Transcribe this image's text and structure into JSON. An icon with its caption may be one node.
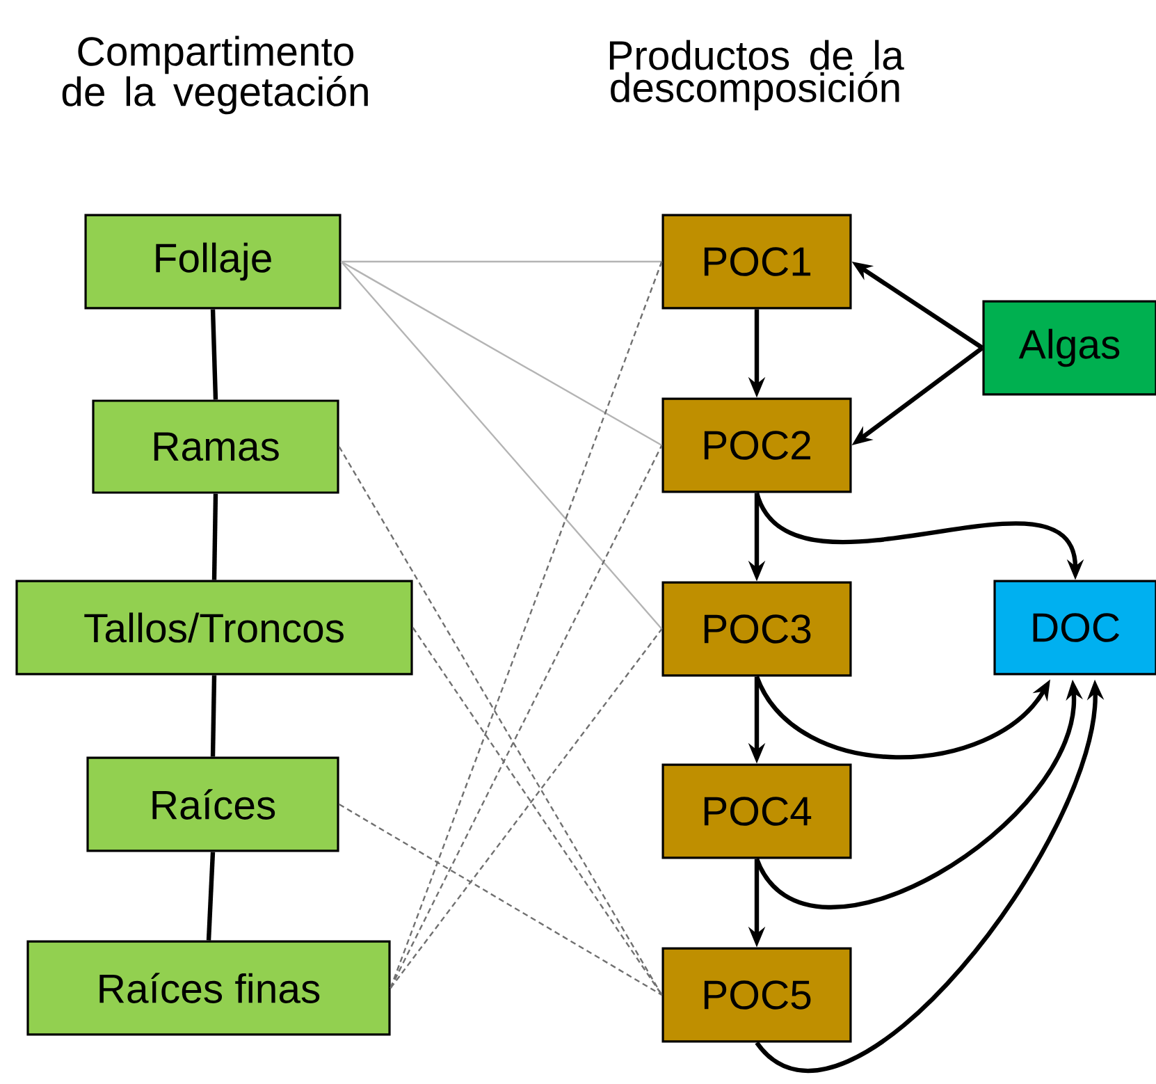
{
  "diagram": {
    "nodes": [
      {
        "text": [
          "Follaje"
        ]
      },
      {
        "text": [
          "Ramas"
        ]
      },
      {
        "text": [
          "Tallos/Troncos"
        ]
      },
      {
        "text": [
          "Raíces"
        ]
      },
      {
        "text": [
          "Raíces finas"
        ]
      },
      {
        "text": [
          "POC1"
        ]
      },
      {
        "text": [
          "POC2"
        ]
      },
      {
        "text": [
          "POC3"
        ]
      },
      {
        "text": [
          "POC4"
        ]
      },
      {
        "text": [
          "POC5"
        ]
      },
      {
        "text": [
          "Algas"
        ]
      },
      {
        "text": [
          "DOC"
        ]
      }
    ],
    "edges": [
      {
        "from": 0,
        "to": 1,
        "arrow": "none"
      },
      {
        "from": 1,
        "to": 2,
        "arrow": "none"
      },
      {
        "from": 2,
        "to": 3,
        "arrow": "none"
      },
      {
        "from": 3,
        "to": 4,
        "arrow": "none"
      },
      {
        "from": 0,
        "to": 5,
        "arrow": "none",
        "color": "#b4b4b4"
      },
      {
        "from": 0,
        "to": 6,
        "arrow": "none",
        "color": "#b4b4b4"
      },
      {
        "from": 0,
        "to": 7,
        "arrow": "none",
        "color": "#b4b4b4"
      },
      {
        "from": 1,
        "to": 9,
        "arrow": "none",
        "style": "dashed",
        "color": "#707070"
      },
      {
        "from": 2,
        "to": 9,
        "arrow": "none",
        "style": "dashed",
        "color": "#707070"
      },
      {
        "from": 3,
        "to": 9,
        "arrow": "none",
        "style": "dashed",
        "color": "#707070"
      },
      {
        "from": 4,
        "to": 5,
        "arrow": "none",
        "style": "dashed",
        "color": "#707070"
      },
      {
        "from": 4,
        "to": 6,
        "arrow": "none",
        "style": "dashed",
        "color": "#707070"
      },
      {
        "from": 4,
        "to": 7,
        "arrow": "none",
        "style": "dashed",
        "color": "#707070"
      },
      {
        "from": 5,
        "to": 6,
        "arrow": "to"
      },
      {
        "from": 6,
        "to": 7,
        "arrow": "to"
      },
      {
        "from": 7,
        "to": 8,
        "arrow": "to"
      },
      {
        "from": 8,
        "to": 9,
        "arrow": "to"
      },
      {
        "from": 10,
        "to": 5,
        "arrow": "to"
      },
      {
        "from": 10,
        "to": 6,
        "arrow": "to"
      },
      {
        "from": 6,
        "to": 11,
        "arrow": "to"
      },
      {
        "from": 7,
        "to": 11,
        "arrow": "to"
      },
      {
        "from": 8,
        "to": 11,
        "arrow": "to"
      },
      {
        "from": 9,
        "to": 11,
        "arrow": "to"
      }
    ],
    "labels": [
      "Compartimento de la vegetación",
      "Productos de la descomposición"
    ]
  }
}
